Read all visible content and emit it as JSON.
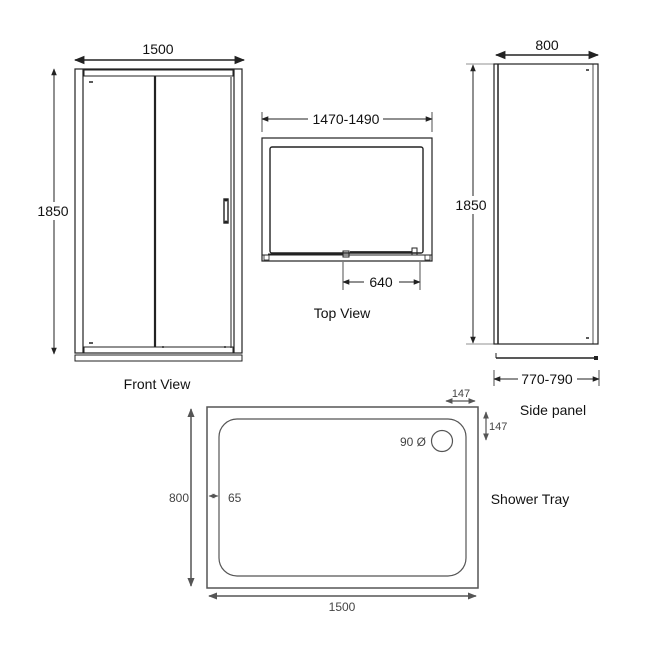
{
  "front_view": {
    "title": "Front View",
    "width_dim": "1500",
    "height_dim": "1850"
  },
  "top_view": {
    "title": "Top View",
    "width_dim": "1470-1490",
    "opening_dim": "640"
  },
  "side_panel": {
    "title": "Side panel",
    "width_dim": "800",
    "height_dim": "1850",
    "adjust_dim": "770-790"
  },
  "shower_tray": {
    "title": "Shower Tray",
    "width_dim": "1500",
    "depth_dim": "800",
    "rim_dim": "65",
    "waste_diameter": "90 Ø",
    "waste_offset_x": "147",
    "waste_offset_y": "147"
  },
  "colors": {
    "line": "#222222",
    "tray_line": "#555555",
    "background": "#ffffff"
  }
}
